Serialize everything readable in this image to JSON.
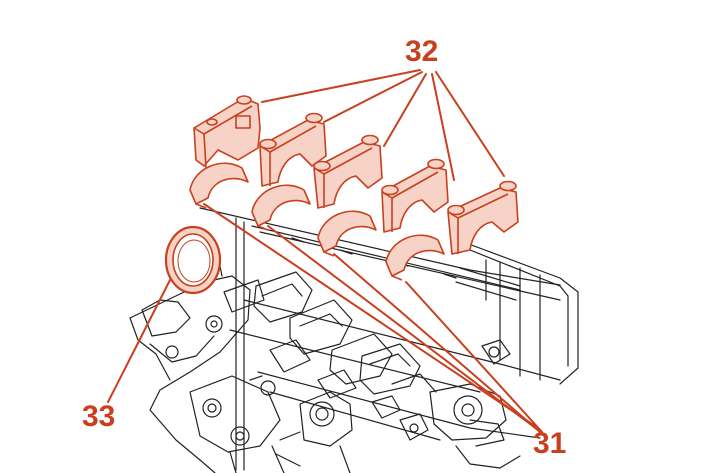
{
  "callouts": [
    {
      "id": "32",
      "label": "32"
    },
    {
      "id": "33",
      "label": "33"
    },
    {
      "id": "31",
      "label": "31"
    }
  ],
  "colors": {
    "highlight": "#c8401e",
    "highlight_fill": "#f6d3c6",
    "line_art": "#222222",
    "background": "#ffffff"
  }
}
